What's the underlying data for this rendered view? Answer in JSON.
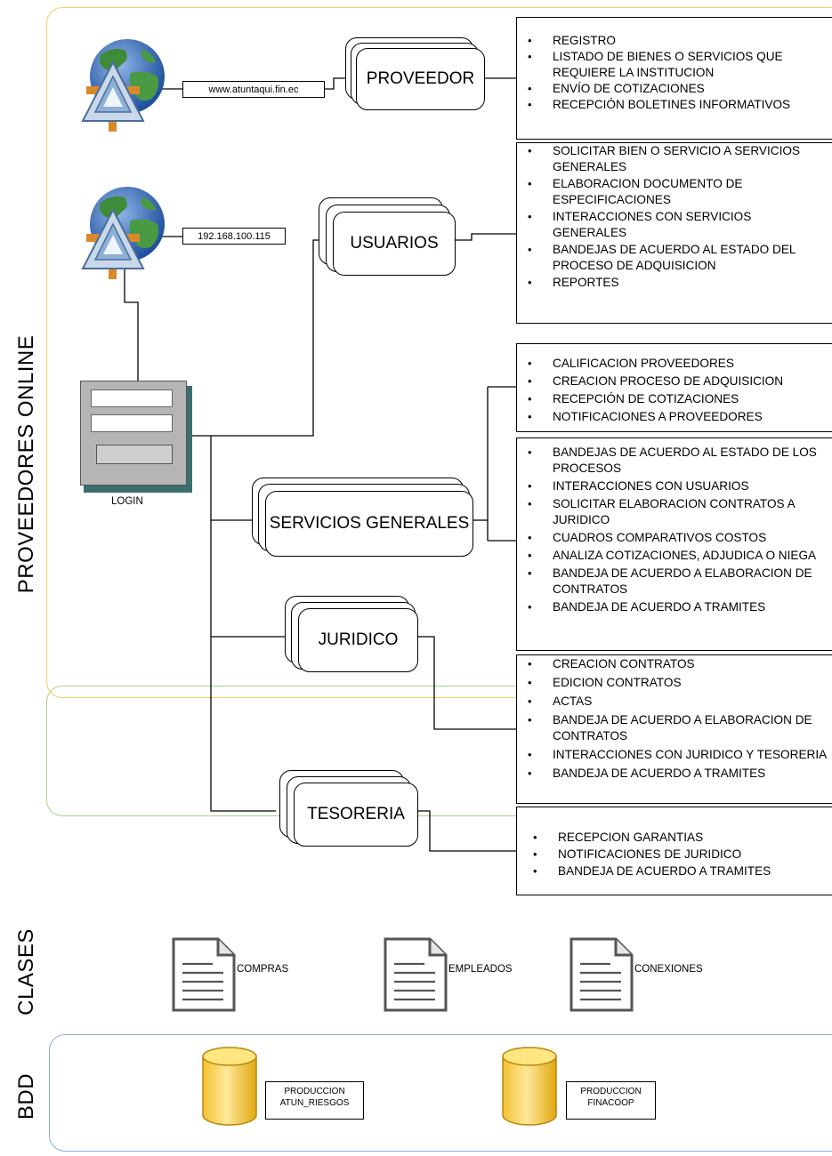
{
  "lanes": {
    "proveedores_label": "PROVEEDORES ONLINE",
    "clases_label": "CLASES",
    "bdd_label": "BDD"
  },
  "urls": {
    "public": "www.atuntaqui.fin.ec",
    "intranet": "192.168.100.115"
  },
  "login_label": "LOGIN",
  "roles": {
    "proveedor": "PROVEEDOR",
    "usuarios": "USUARIOS",
    "servicios": "SERVICIOS GENERALES",
    "juridico": "JURIDICO",
    "tesoreria": "TESORERIA"
  },
  "lists": {
    "proveedor": [
      "REGISTRO",
      "LISTADO DE BIENES O SERVICIOS QUE REQUIERE LA INSTITUCION",
      "ENVÍO DE COTIZACIONES",
      "RECEPCIÓN BOLETINES INFORMATIVOS"
    ],
    "usuarios": [
      "SOLICITAR BIEN O SERVICIO A SERVICIOS GENERALES",
      "ELABORACION DOCUMENTO DE ESPECIFICACIONES",
      "INTERACCIONES CON SERVICIOS GENERALES",
      "BANDEJAS DE ACUERDO AL ESTADO DEL PROCESO DE ADQUISICION",
      "REPORTES"
    ],
    "servicios_a": [
      "CALIFICACION PROVEEDORES",
      "CREACION PROCESO DE ADQUISICION",
      "RECEPCIÓN DE COTIZACIONES",
      "NOTIFICACIONES A PROVEEDORES"
    ],
    "servicios_b": [
      "BANDEJAS DE ACUERDO AL ESTADO DE LOS PROCESOS",
      "INTERACCIONES CON USUARIOS",
      "SOLICITAR ELABORACION CONTRATOS A JURIDICO",
      "CUADROS COMPARATIVOS COSTOS",
      "ANALIZA COTIZACIONES, ADJUDICA O NIEGA",
      "BANDEJA DE ACUERDO A ELABORACION DE CONTRATOS",
      "BANDEJA DE ACUERDO A TRAMITES"
    ],
    "juridico": [
      "CREACION CONTRATOS",
      "EDICION CONTRATOS",
      "ACTAS",
      "BANDEJA DE ACUERDO A ELABORACION DE CONTRATOS",
      "INTERACCIONES CON JURIDICO Y TESORERIA",
      "BANDEJA DE ACUERDO A TRAMITES"
    ],
    "tesoreria": [
      "RECEPCION GARANTIAS",
      "NOTIFICACIONES DE JURIDICO",
      "BANDEJA DE ACUERDO A TRAMITES"
    ]
  },
  "clases": [
    "COMPRAS",
    "EMPLEADOS",
    "CONEXIONES"
  ],
  "databases": [
    {
      "line1": "PRODUCCION",
      "line2": "ATUN_RIESGOS"
    },
    {
      "line1": "PRODUCCION",
      "line2": "FINACOOP"
    }
  ],
  "colors": {
    "lane_proveedores": "#f2cf66",
    "lane_clases": "#a9d08e",
    "lane_bdd": "#8eaadb",
    "db_fill": "#ffd966"
  }
}
